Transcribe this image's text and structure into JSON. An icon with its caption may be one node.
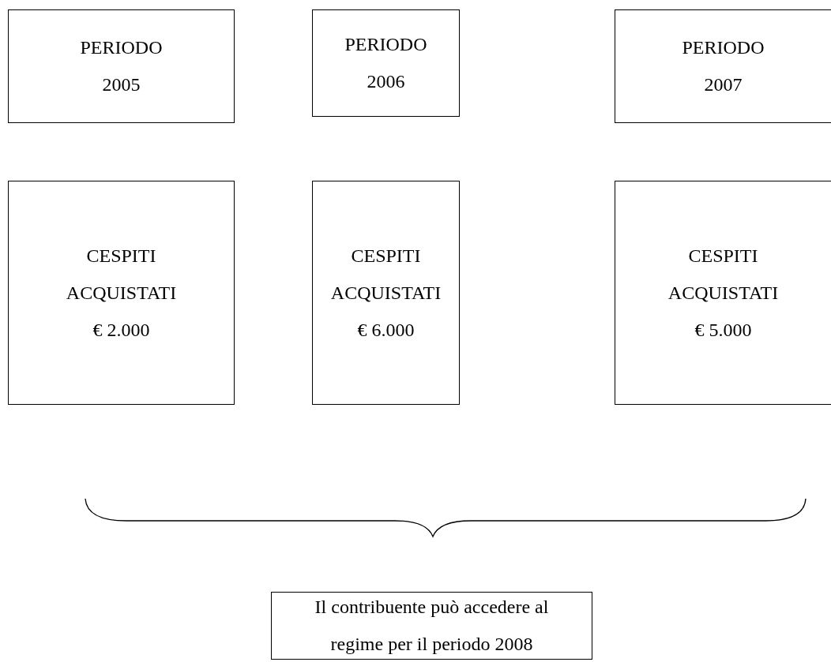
{
  "diagram": {
    "nodes": [
      {
        "text": [
          "PERIODO",
          "2005"
        ]
      },
      {
        "text": [
          "PERIODO",
          "2006"
        ]
      },
      {
        "text": [
          "PERIODO",
          "2007"
        ]
      },
      {
        "text": [
          "CESPITI ACQUISTATI",
          "€ 2.000"
        ]
      },
      {
        "text": [
          "CESPITI ACQUISTATI",
          "€ 6.000"
        ]
      },
      {
        "text": [
          "CESPITI ACQUISTATI",
          "€ 5.000"
        ]
      },
      {
        "text": [
          "Il contribuente può accedere al regime per il periodo 2008"
        ]
      }
    ]
  }
}
